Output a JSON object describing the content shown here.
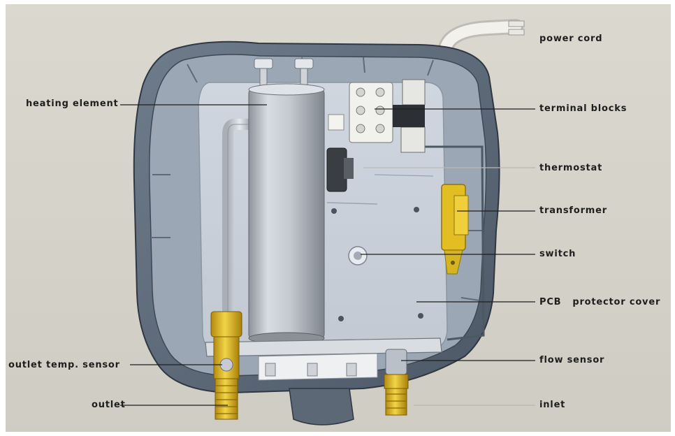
{
  "labels": {
    "power_cord": "power cord",
    "heating_element": "heating element",
    "terminal_blocks": "terminal blocks",
    "thermostat": "thermostat",
    "transformer": "transformer",
    "switch": "switch",
    "pcb_cover": "PCB   protector cover",
    "flow_sensor": "flow sensor",
    "outlet_temp_sensor": "outlet temp. sensor",
    "outlet": "outlet",
    "inlet": "inlet"
  },
  "colors": {
    "background": "#d6d4ca",
    "housing": "#5d6a78",
    "housing_inner": "#9aa6b4",
    "backplate": "#c9d0da",
    "heater": "#b7bcc4",
    "brass": "#d9b21a",
    "transformer": "#e4c12a",
    "leader": "#1e1e1e"
  }
}
